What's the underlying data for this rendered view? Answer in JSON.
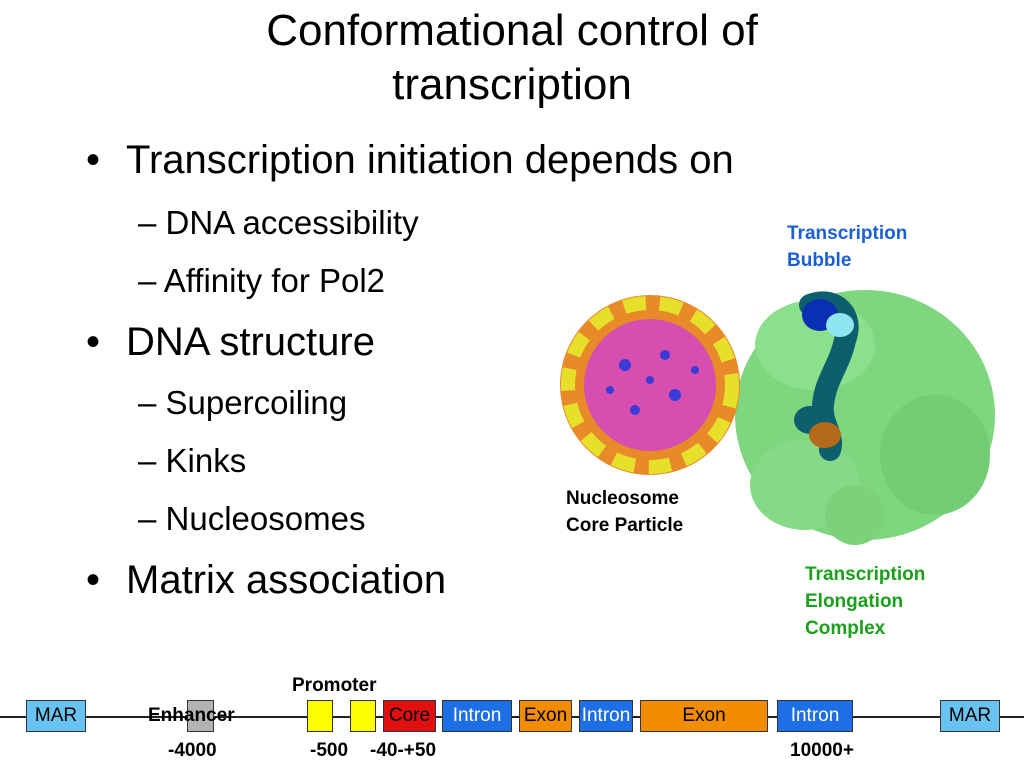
{
  "slide": {
    "title_line1": "Conformational control of",
    "title_line2": "transcription",
    "bullet_dot": "•",
    "bullets": [
      "Transcription initiation depends on",
      "DNA structure",
      "Matrix association"
    ],
    "subbullets": [
      "– DNA accessibility",
      "– Affinity for Pol2",
      "– Supercoiling",
      "– Kinks",
      "– Nucleosomes"
    ]
  },
  "figure": {
    "bubble_label": [
      "Transcription",
      "Bubble"
    ],
    "nucleosome_label": [
      "Nucleosome",
      "Core Particle"
    ],
    "elongation_label": [
      "Transcription",
      "Elongation",
      "Complex"
    ],
    "colors": {
      "bubble_text": "#1a5fd6",
      "elongation_text": "#1aa01a",
      "green_complex": "#7ed67e",
      "nucleosome_pink": "#d64fb0",
      "nucleosome_orange": "#e8892a",
      "nucleosome_yellow": "#e6e02a"
    }
  },
  "gene_map": {
    "promoter_label": "Promoter",
    "elements": [
      {
        "label": "MAR",
        "color": "#69c3f0"
      },
      {
        "label": "Enhancer",
        "color": "#b3b3b3"
      },
      {
        "label": "",
        "color": "#ffff00"
      },
      {
        "label": "",
        "color": "#ffff00"
      },
      {
        "label": "Core",
        "color": "#e01010"
      },
      {
        "label": "Intron",
        "color": "#1e6ee6"
      },
      {
        "label": "Exon",
        "color": "#f28c00"
      },
      {
        "label": "Intron",
        "color": "#1e6ee6"
      },
      {
        "label": "Exon",
        "color": "#f28c00"
      },
      {
        "label": "Intron",
        "color": "#1e6ee6"
      },
      {
        "label": "MAR",
        "color": "#69c3f0"
      }
    ],
    "positions": [
      "-4000",
      "-500",
      "-40-+50",
      "10000+"
    ]
  }
}
